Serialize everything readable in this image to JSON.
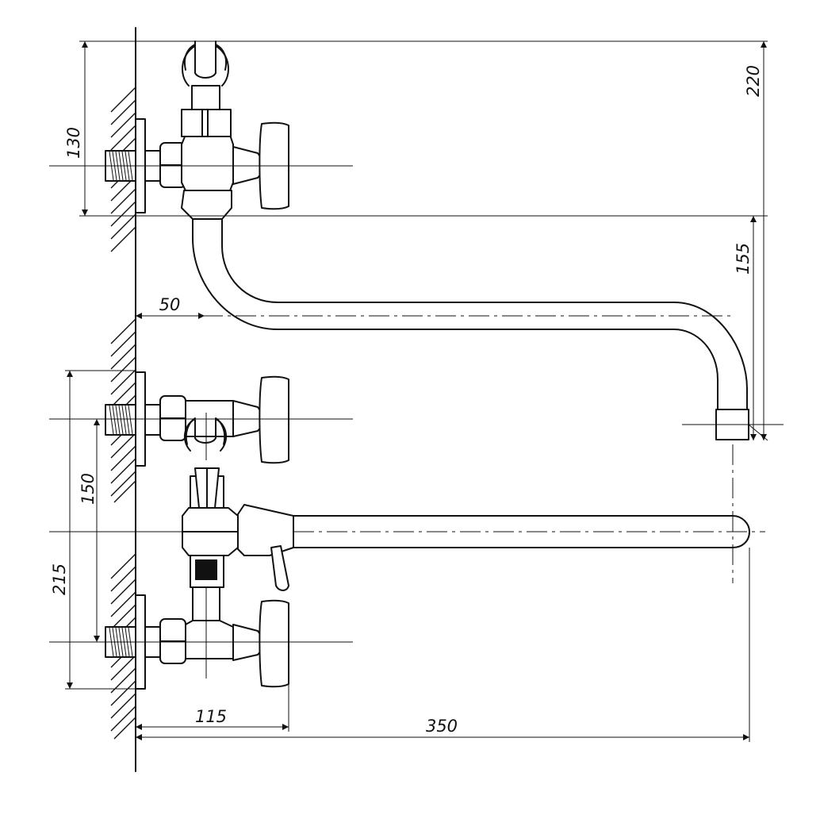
{
  "dimensions": {
    "d130": "130",
    "d220": "220",
    "d155": "155",
    "d50": "50",
    "d150": "150",
    "d215": "215",
    "d115": "115",
    "d350": "350"
  }
}
